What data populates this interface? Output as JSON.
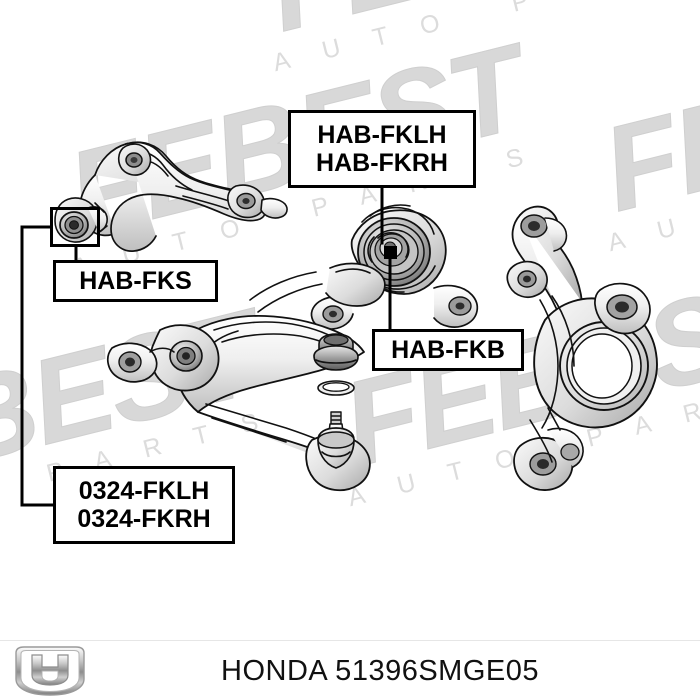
{
  "document": {
    "type": "technical-parts-diagram",
    "brand": "FEBEST",
    "watermark_brand": "FEBEST",
    "watermark_subtitle": "AUTO PARTS"
  },
  "callouts": [
    {
      "id": "hab-fklh-fkrh",
      "lines": [
        "HAB-FKLH",
        "HAB-FKRH"
      ],
      "line1": "HAB-FKLH",
      "line2": "HAB-FKRH",
      "points_to": "compliance-bushing"
    },
    {
      "id": "hab-fks",
      "lines": [
        "HAB-FKS"
      ],
      "line1": "HAB-FKS",
      "points_to": "upper-arm-bushing"
    },
    {
      "id": "hab-fkb",
      "lines": [
        "HAB-FKB"
      ],
      "line1": "HAB-FKB",
      "points_to": "control-arm-bushing"
    },
    {
      "id": "0324-fklh-fkrh",
      "lines": [
        "0324-FKLH",
        "0324-FKRH"
      ],
      "line1": "0324-FKLH",
      "line2": "0324-FKRH",
      "points_to": "lower-control-arm"
    }
  ],
  "footer": {
    "logo": "honda-logo",
    "make": "HONDA",
    "part_number": "51396SMGE05",
    "caption": "HONDA 51396SMGE05"
  },
  "colors": {
    "background": "#ffffff",
    "ink": "#000000",
    "watermark": "#d8d8d8",
    "drawing_fill_light": "#f2f2f2",
    "drawing_fill_mid": "#c8c8c8",
    "drawing_fill_dark": "#8a8a8a"
  },
  "parts_depicted": [
    "upper-control-arm",
    "lower-control-arm",
    "compliance-bushing",
    "ball-joint",
    "ball-joint-dust-boot",
    "retaining-ring",
    "steering-knuckle"
  ]
}
